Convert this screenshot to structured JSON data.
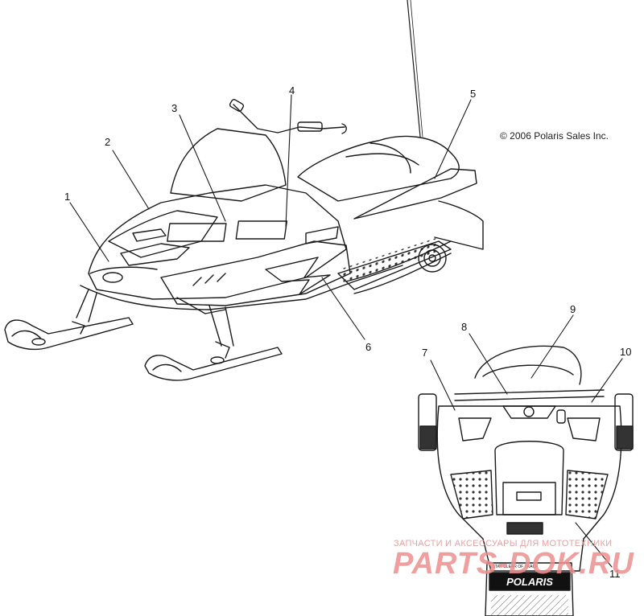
{
  "copyright": "© 2006 Polaris Sales Inc.",
  "callouts": [
    "1",
    "2",
    "3",
    "4",
    "5",
    "6",
    "7",
    "8",
    "9",
    "10",
    "11"
  ],
  "watermark": {
    "line1": "ЗАПЧАСТИ И АКСЕССУАРЫ ДЛЯ МОТОТЕХНИКИ",
    "line2": "PARTS-DOK.RU"
  },
  "decals": {
    "rear_plate": "POLARIS",
    "rear_warning": "STAY CLEAR OF TRACK"
  },
  "colors": {
    "line_art": "#1a1a1a",
    "watermark": "#ee8f8f"
  }
}
